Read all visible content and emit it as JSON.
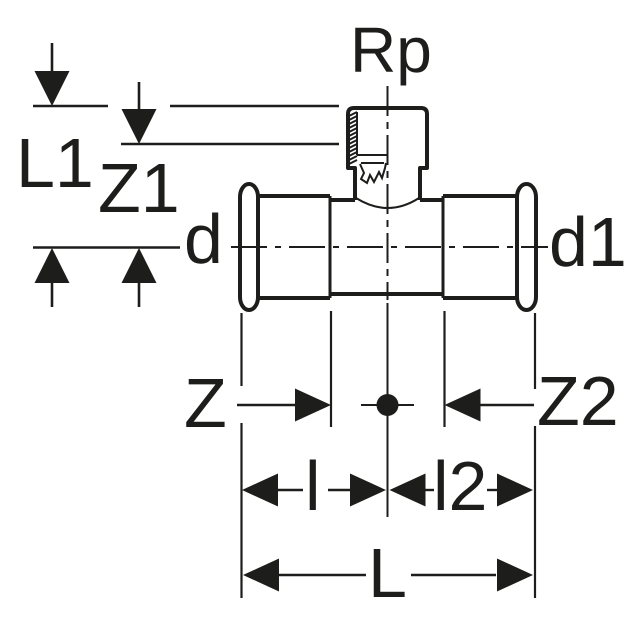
{
  "figure": {
    "kind": "technical-dimension-drawing",
    "subject": "press-fitting tee with female thread branch",
    "background_color": "#ffffff",
    "line_color": "#1d1d1b",
    "labels": {
      "branch_thread": "Rp",
      "branch_length": "L1",
      "branch_z": "Z1",
      "diameter_left": "d",
      "diameter_right": "d1",
      "z_left": "Z",
      "z_right": "Z2",
      "insertion_left": "l",
      "insertion_right": "l2",
      "overall_length": "L"
    }
  }
}
